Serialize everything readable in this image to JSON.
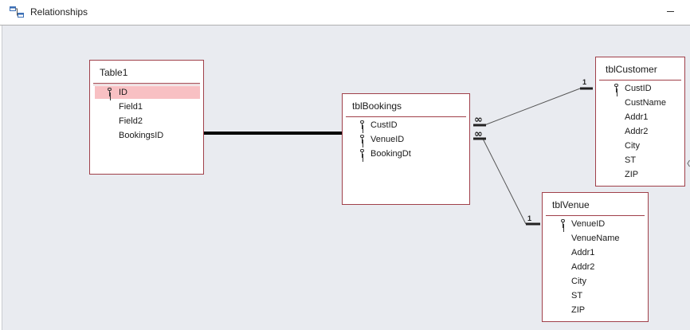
{
  "window": {
    "title": "Relationships",
    "icon": "relationships-icon"
  },
  "tables": {
    "table1": {
      "name": "Table1",
      "fields": [
        {
          "label": "ID",
          "key": true,
          "selected": true
        },
        {
          "label": "Field1",
          "key": false
        },
        {
          "label": "Field2",
          "key": false
        },
        {
          "label": "BookingsID",
          "key": false
        }
      ]
    },
    "tblBookings": {
      "name": "tblBookings",
      "fields": [
        {
          "label": "CustID",
          "key": true
        },
        {
          "label": "VenueID",
          "key": true
        },
        {
          "label": "BookingDt",
          "key": true
        }
      ]
    },
    "tblCustomer": {
      "name": "tblCustomer",
      "fields": [
        {
          "label": "CustID",
          "key": true
        },
        {
          "label": "CustName",
          "key": false
        },
        {
          "label": "Addr1",
          "key": false
        },
        {
          "label": "Addr2",
          "key": false
        },
        {
          "label": "City",
          "key": false
        },
        {
          "label": "ST",
          "key": false
        },
        {
          "label": "ZIP",
          "key": false
        }
      ]
    },
    "tblVenue": {
      "name": "tblVenue",
      "fields": [
        {
          "label": "VenueID",
          "key": true
        },
        {
          "label": "VenueName",
          "key": false
        },
        {
          "label": "Addr1",
          "key": false
        },
        {
          "label": "Addr2",
          "key": false
        },
        {
          "label": "City",
          "key": false
        },
        {
          "label": "ST",
          "key": false
        },
        {
          "label": "ZIP",
          "key": false
        }
      ]
    }
  },
  "relationships": {
    "customer_one": "1",
    "venue_one": "1",
    "many_symbol": "∞"
  },
  "colors": {
    "table_border": "#a0404a",
    "selected_row": "#f8c0c3",
    "canvas": "#e9ebf0"
  }
}
